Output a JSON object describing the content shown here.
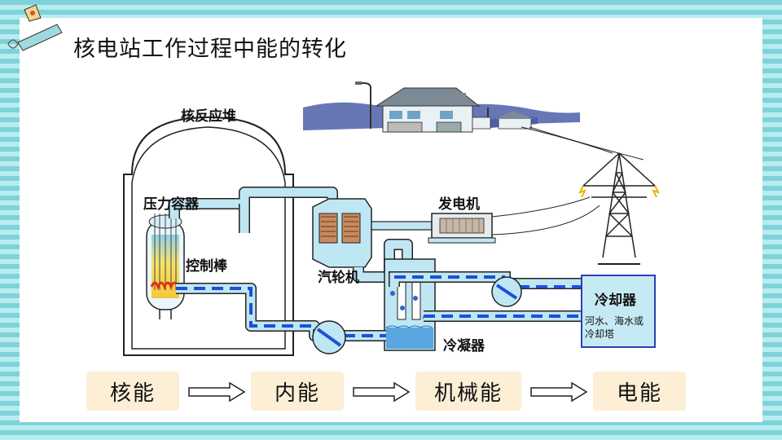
{
  "title": "核电站工作过程中能的转化",
  "labels": {
    "reactor_building": "核反应堆",
    "pressure_vessel": "压力容器",
    "control_rods": "控制棒",
    "generator": "发电机",
    "turbine": "汽轮机",
    "condenser": "冷凝器",
    "cooler": "冷却器",
    "cooler_sub_line1": "河水、海水或",
    "cooler_sub_line2": "冷却塔"
  },
  "flow": [
    "核能",
    "内能",
    "机械能",
    "电能"
  ],
  "colors": {
    "pipe_fill": "#bfe6f3",
    "pipe_stroke": "#1a1a1a",
    "flow_dash": "#1e4fd8",
    "cooler_border": "#2b3fb5",
    "cooler_fill": "#c6eaf4",
    "flow_box": "#fcefd6"
  }
}
